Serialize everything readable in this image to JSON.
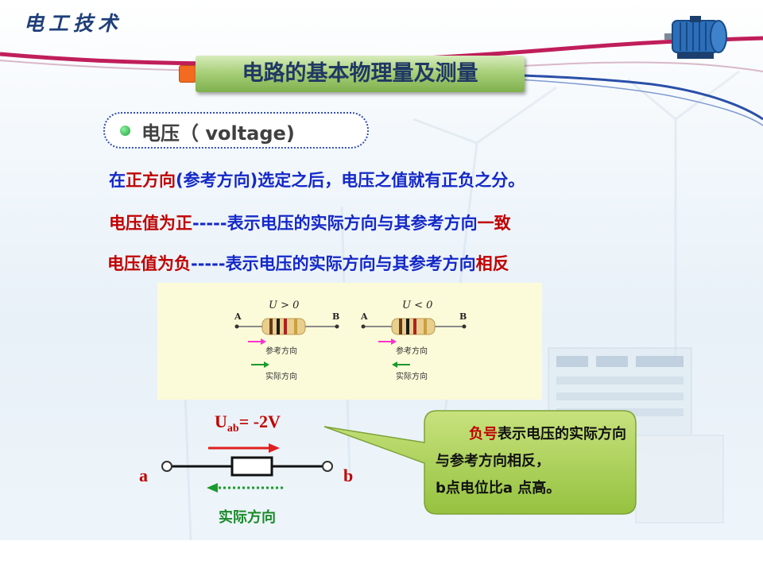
{
  "header": {
    "app_title": "电工技术",
    "section_title": "电路的基本物理量及测量"
  },
  "topic": {
    "label": "电压（ voltage)"
  },
  "lines": [
    {
      "segments": [
        {
          "text": "在",
          "color": "blue"
        },
        {
          "text": "正方向",
          "color": "red"
        },
        {
          "text": "(参考方向)选定之后，电压之值就有正负之分。",
          "color": "blue"
        }
      ]
    },
    {
      "segments": [
        {
          "text": "电压值为正",
          "color": "red"
        },
        {
          "text": "-----表示电压的实际方向与其参考方向",
          "color": "blue"
        },
        {
          "text": "一致",
          "color": "red"
        }
      ]
    },
    {
      "segments": [
        {
          "text": "电压值为负",
          "color": "red"
        },
        {
          "text": "-----表示电压的实际方向与其参考方向",
          "color": "blue"
        },
        {
          "text": "相反",
          "color": "red"
        }
      ]
    }
  ],
  "figure": {
    "left": {
      "condition": "U > 0",
      "node_a": "A",
      "node_b": "B",
      "ref_label": "参考方向",
      "actual_label": "实际方向"
    },
    "right": {
      "condition": "U < 0",
      "node_a": "A",
      "node_b": "B",
      "ref_label": "参考方向",
      "actual_label": "实际方向"
    }
  },
  "circuit": {
    "voltage_main": "U",
    "voltage_sub": "ab",
    "voltage_value": "= -2V",
    "node_a": "a",
    "node_b": "b",
    "actual_label": "实际方向"
  },
  "callout": {
    "highlight": "负号",
    "text_rest": "表示电压的实际方向与参考方向相反，",
    "text_line3": "b点电位比a 点高。"
  },
  "colors": {
    "blue_text": "#1428c8",
    "red_text": "#c00000",
    "title_green": "#8fc05a",
    "callout_green": "#a6cf55",
    "ref_arrow": "#ff33cc",
    "actual_arrow": "#1a9a2a"
  }
}
